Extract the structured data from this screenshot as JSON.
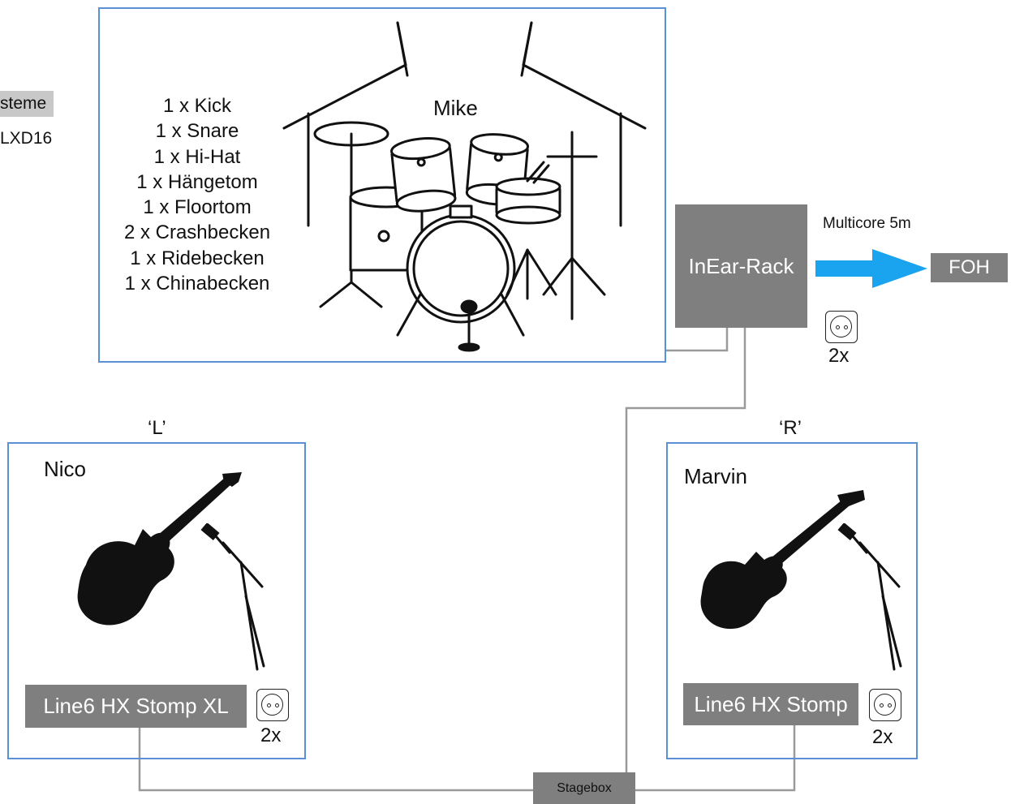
{
  "left_partial": {
    "tag": "steme",
    "model": "LXD16"
  },
  "drums": {
    "musician": "Mike",
    "items": [
      "1 x Kick",
      "1 x Snare",
      "1 x Hi-Hat",
      "1 x Hängetom",
      "1 x Floortom",
      "2 x Crashbecken",
      "1 x Ridebecken",
      "1 x Chinabecken"
    ]
  },
  "inear_rack": {
    "label": "InEar-Rack",
    "socket_count": "2x"
  },
  "multicore": {
    "label": "Multicore 5m",
    "target": "FOH"
  },
  "left_zone": {
    "side": "‘L’",
    "musician": "Nico",
    "device": "Line6 HX Stomp XL",
    "socket_count": "2x"
  },
  "right_zone": {
    "side": "‘R’",
    "musician": "Marvin",
    "device": "Line6 HX Stomp",
    "socket_count": "2x"
  },
  "stagebox": {
    "label": "Stagebox"
  },
  "colors": {
    "zone_border": "#5b8fd6",
    "box_fill": "#7f7f7f",
    "arrow": "#1aa3ef",
    "wire": "#9a9a9a"
  }
}
